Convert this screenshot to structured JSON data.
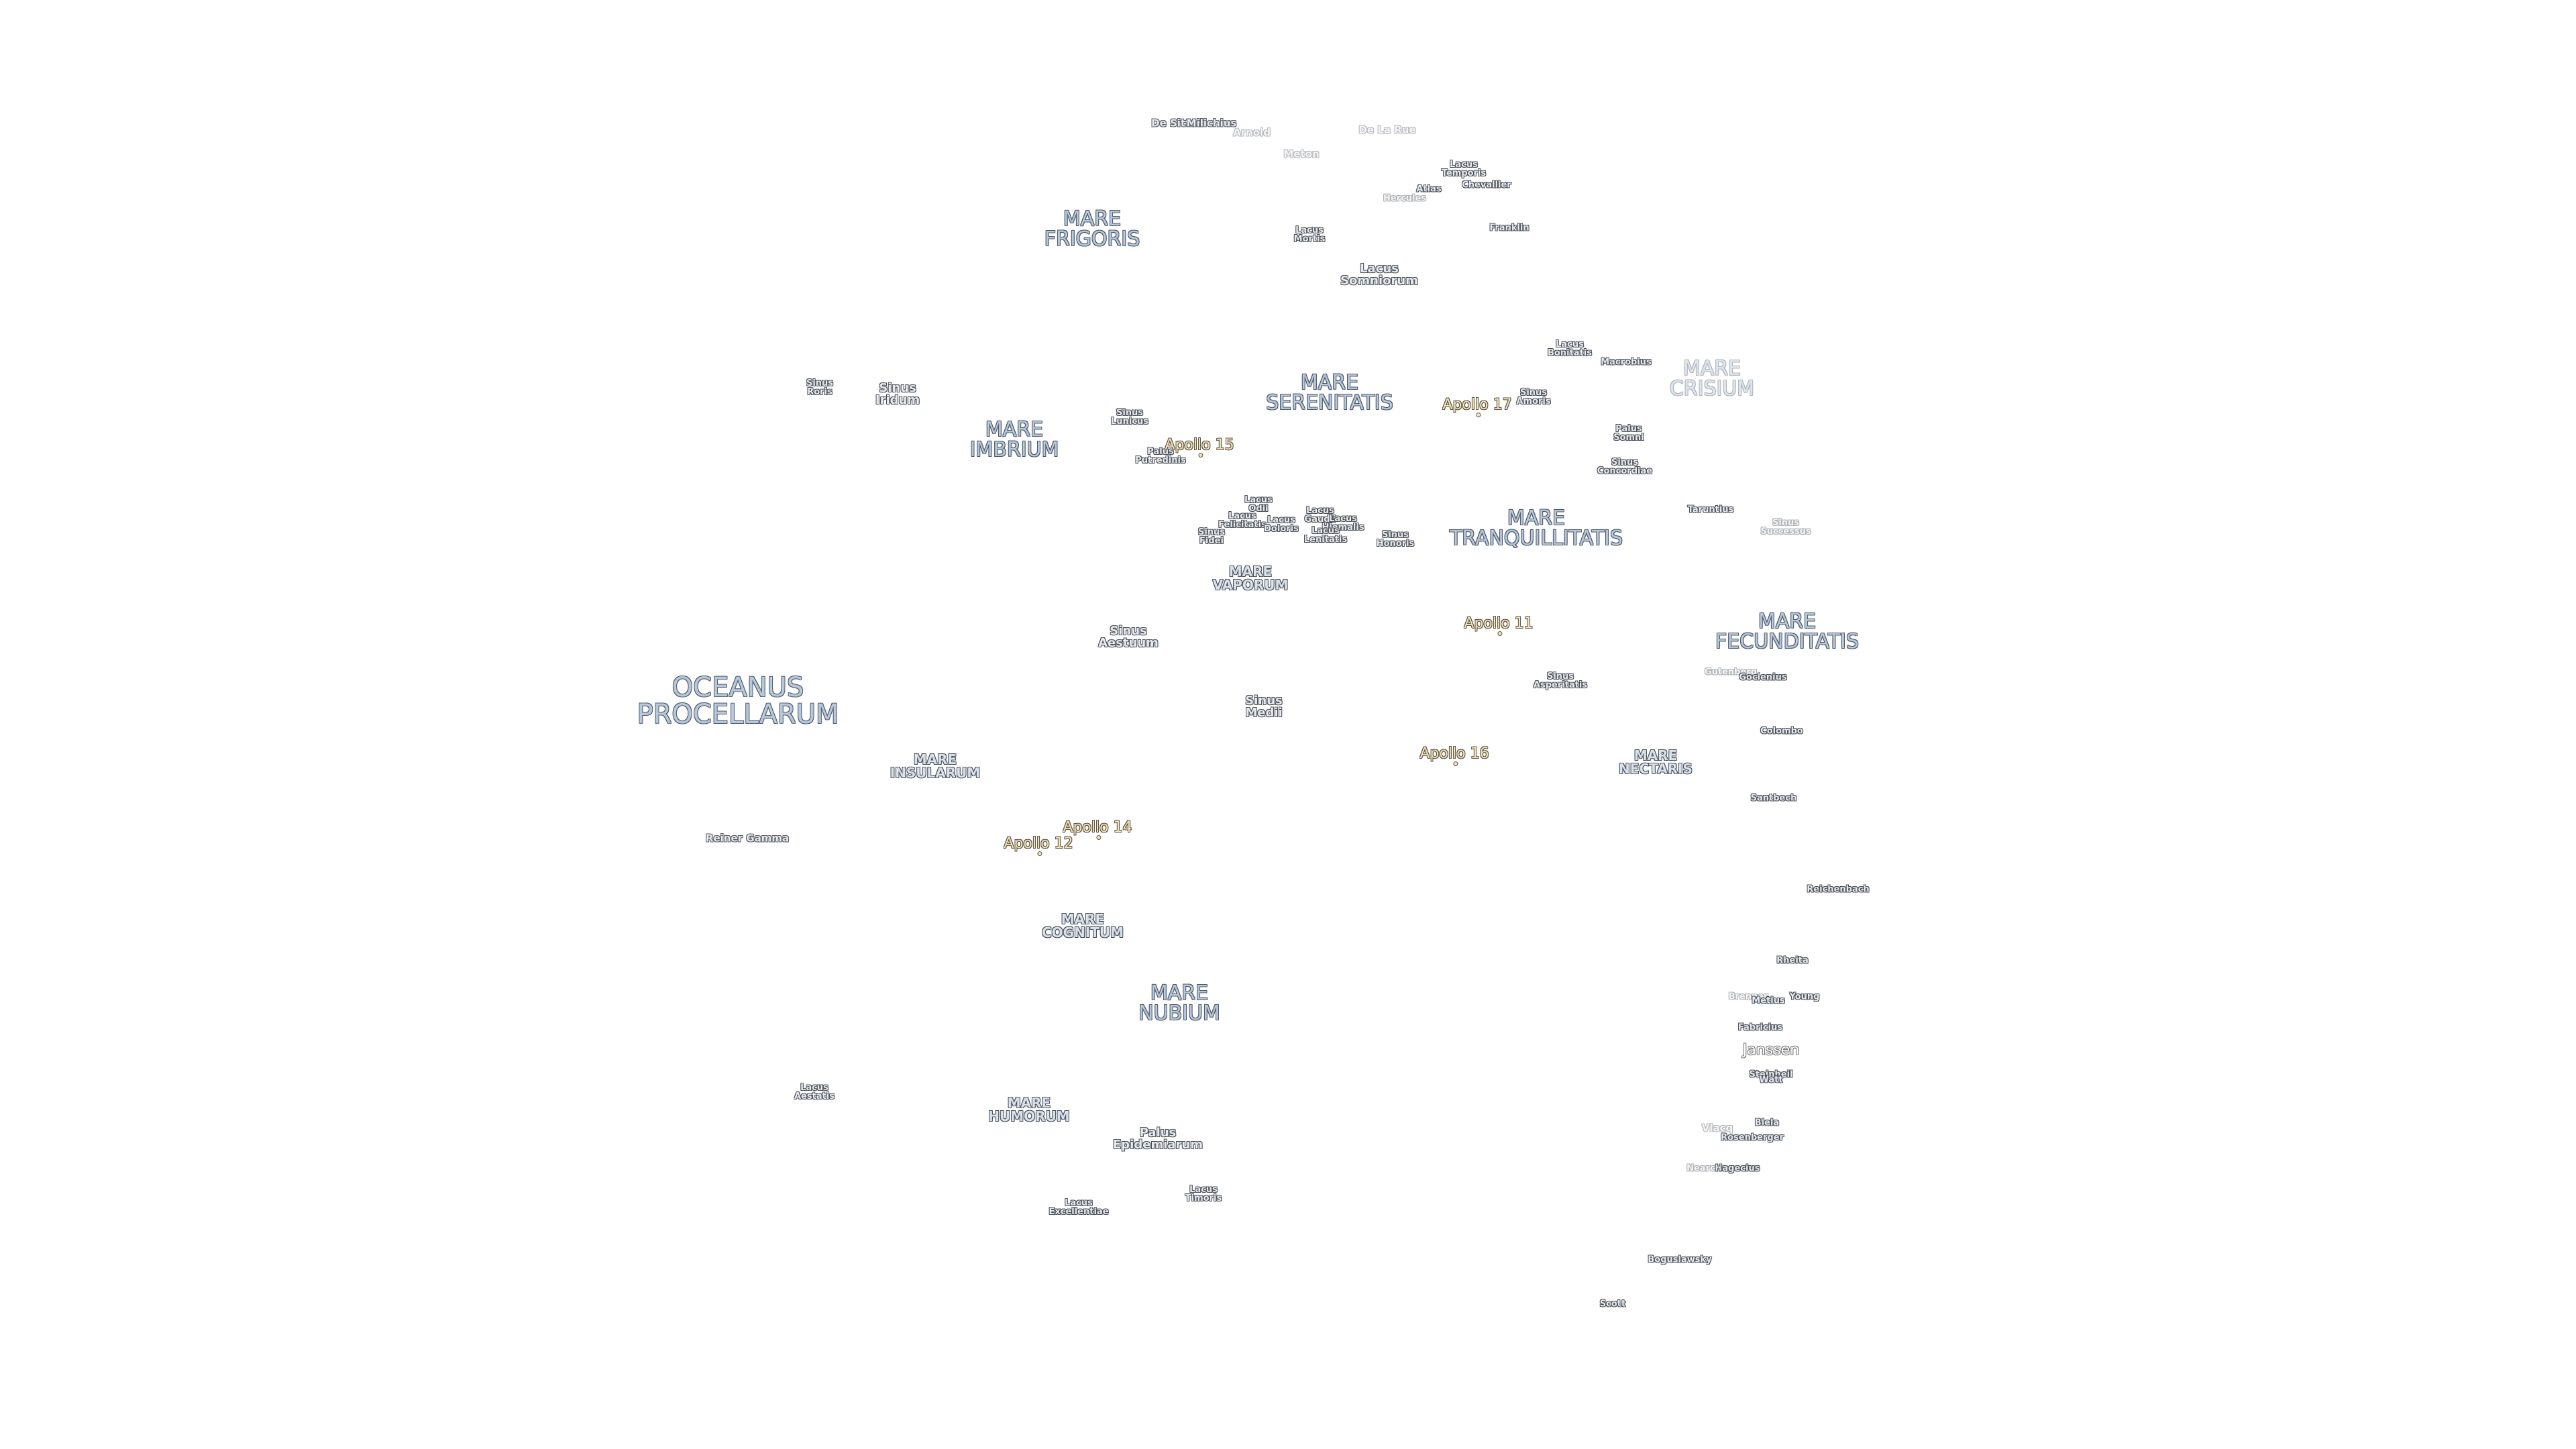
{
  "map": {
    "oceans": [
      "OCEANUS\nPROCELLARUM"
    ],
    "maria": [
      "MARE\nFRIGORIS",
      "MARE\nIMBRIUM",
      "MARE\nSERENITATIS",
      "MARE\nTRANQUILLITATIS",
      "MARE\nCRISIUM",
      "MARE\nFECUNDITATIS",
      "MARE\nNUBIUM"
    ],
    "maria_small": [
      "MARE\nVAPORUM",
      "MARE\nINSULARUM",
      "MARE\nNECTARIS",
      "MARE\nCOGNITUM",
      "MARE\nHUMORUM"
    ],
    "features": [
      "Lacus\nSomniorum",
      "Sinus\nAestuum",
      "Sinus\nMedii",
      "Sinus\nIridum",
      "Sinus\nRoris",
      "Sinus\nAmoris",
      "Sinus\nAsperitatis",
      "Palus\nEpidemiarum",
      "Lacus\nTimoris",
      "Lacus\nExcellentiae",
      "Lacus\nMortis",
      "Lacus\nTemporis",
      "Lacus\nBonitatis",
      "Palus\nSomni",
      "Sinus\nConcordiae",
      "Palus\nPutredinis",
      "Sinus\nLunicus",
      "Lacus\nAestatis",
      "Sinus\nSuccessus"
    ],
    "tiny_features": [
      "Lacus\nOdii",
      "Lacus\nFelicitatis",
      "Lacus\nDoloris",
      "Sinus\nFidei",
      "Lacus\nGaudii",
      "Lacus\nHiemalis",
      "Lacus\nLenitatis",
      "Sinus\nHonoris"
    ],
    "craters": [
      "De Sitter",
      "Milichius",
      "Arnold",
      "Meton",
      "De La Rue",
      "Atlas",
      "Hercules",
      "Chevallier",
      "Franklin",
      "Macrobius",
      "Taruntius",
      "Gutenberg",
      "Goclenius",
      "Colombo",
      "Santbech",
      "Reichenbach",
      "Rheita",
      "Young",
      "Brenner",
      "Metius",
      "Fabricius",
      "Janssen",
      "Steinheil",
      "Watt",
      "Vlacq",
      "Biela",
      "Rosenberger",
      "Hagecius",
      "Nearch",
      "Boguslawsky",
      "Scott",
      "Reiner Gamma"
    ],
    "apollo_sites": [
      "Apollo 11",
      "Apollo 12",
      "Apollo 14",
      "Apollo 15",
      "Apollo 16",
      "Apollo 17"
    ]
  }
}
